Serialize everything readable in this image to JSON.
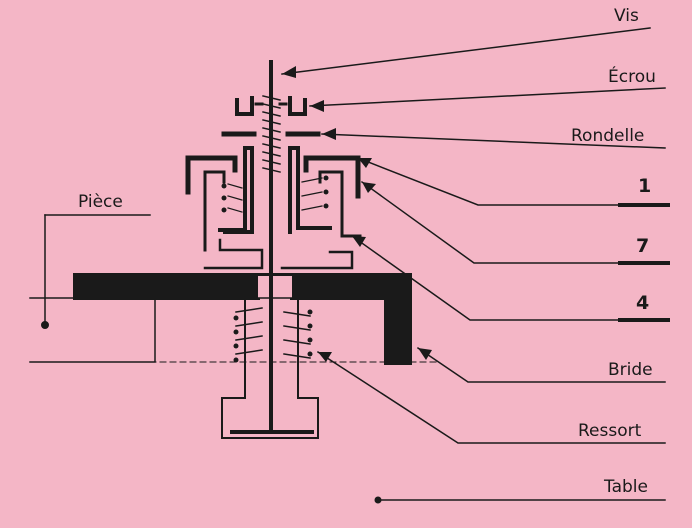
{
  "labels": {
    "vis": "Vis",
    "ecrou": "Écrou",
    "rondelle": "Rondelle",
    "n1": "1",
    "n7": "7",
    "n4": "4",
    "bride": "Bride",
    "ressort": "Ressort",
    "table": "Table",
    "piece": "Pièce"
  },
  "colors": {
    "background": "#f4b6c6",
    "ink": "#1a1a1a"
  }
}
